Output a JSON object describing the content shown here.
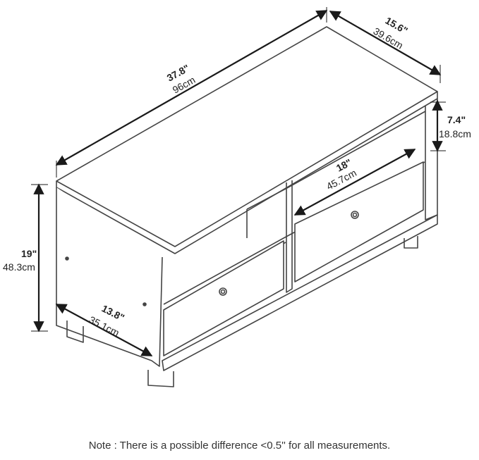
{
  "colors": {
    "line": "#444444",
    "arrow": "#1a1a1a",
    "text": "#222222",
    "background": "#ffffff"
  },
  "dimensions": {
    "width": {
      "inch": "37.8\"",
      "cm": "96cm"
    },
    "depth": {
      "inch": "15.6\"",
      "cm": "39.6cm"
    },
    "shelf_height": {
      "inch": "7.4\"",
      "cm": "18.8cm"
    },
    "inner_width": {
      "inch": "18\"",
      "cm": "45.7cm"
    },
    "height": {
      "inch": "19\"",
      "cm": "48.3cm"
    },
    "side_depth": {
      "inch": "13.8\"",
      "cm": "35.1cm"
    }
  },
  "note": "Note : There is a possible difference <0.5'' for all measurements."
}
